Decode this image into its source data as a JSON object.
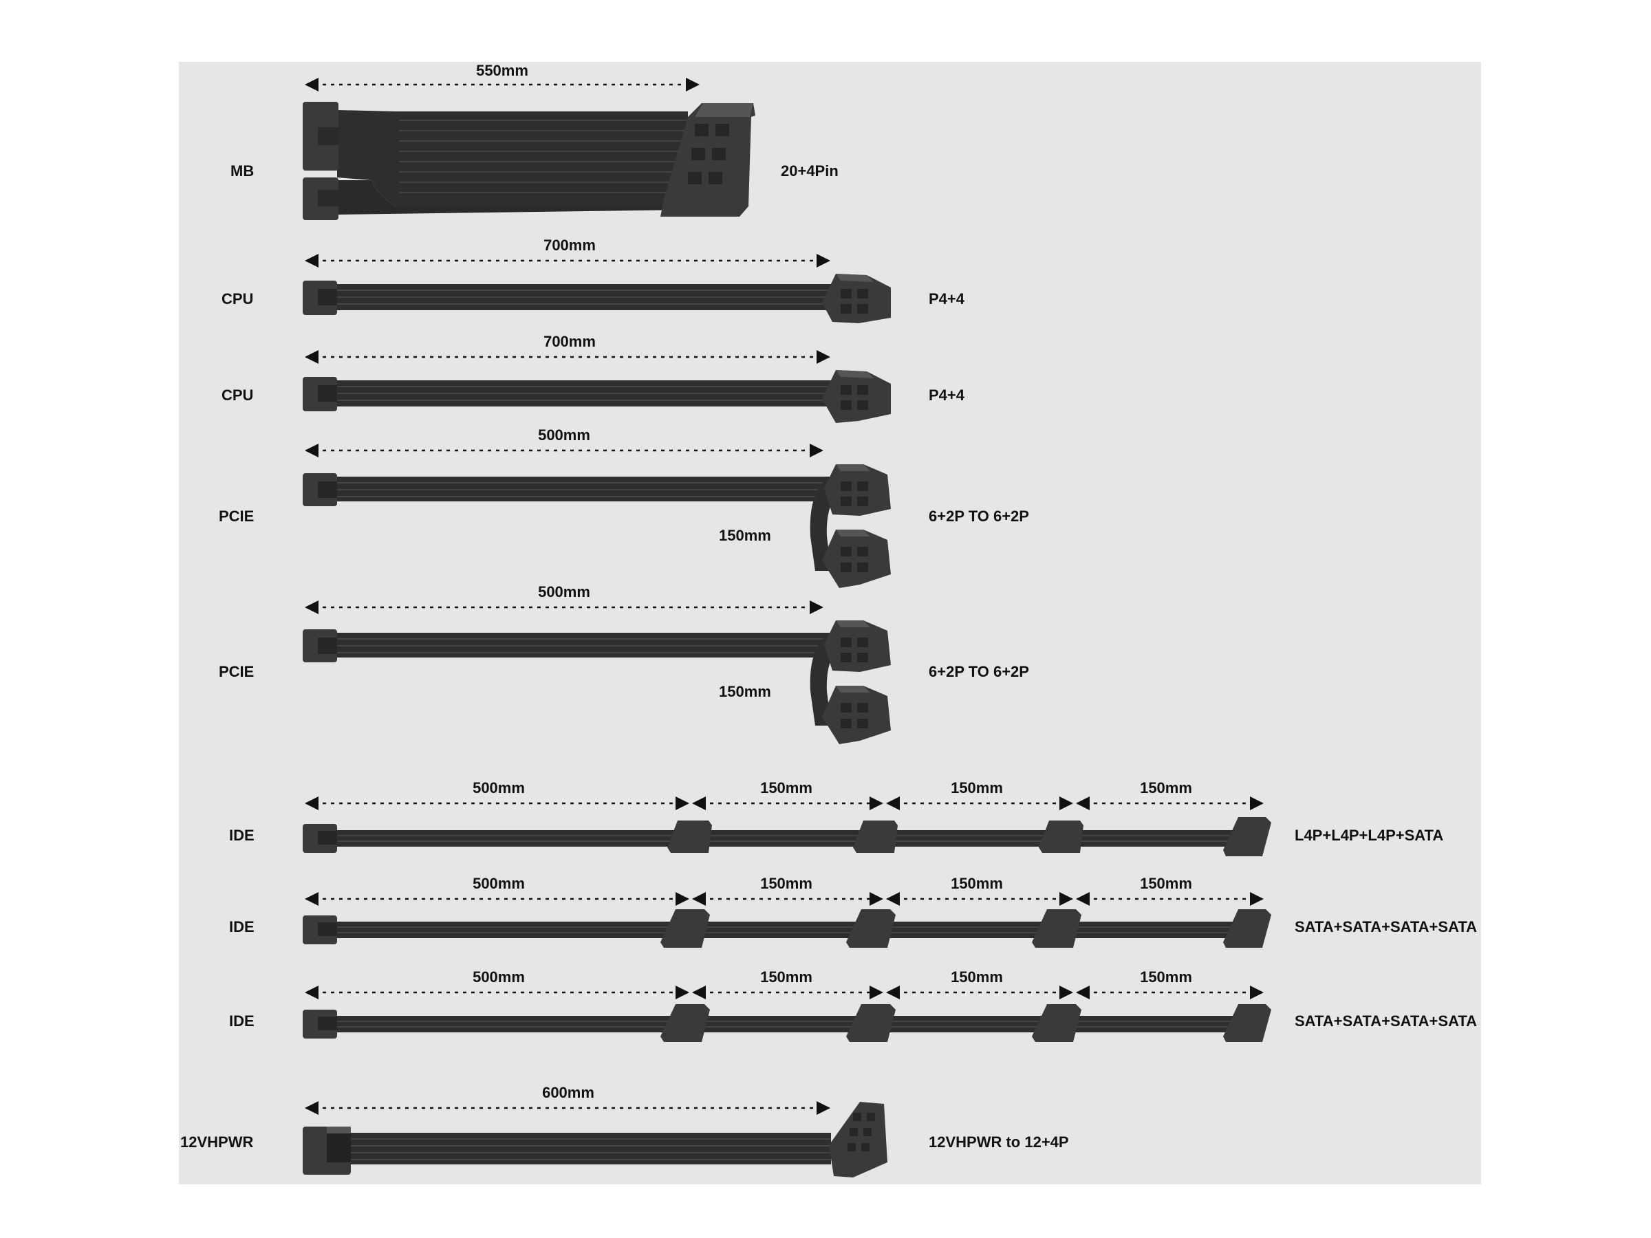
{
  "colors": {
    "background": "#e6e6e6",
    "cable": "#2e2e2e",
    "connector": "#3a3a3a",
    "text": "#111111"
  },
  "cables": [
    {
      "name": "MB",
      "type": "mb",
      "connector": "20+4Pin",
      "lengths": [
        "550mm"
      ]
    },
    {
      "name": "CPU",
      "type": "cpu",
      "connector": "P4+4",
      "lengths": [
        "700mm"
      ]
    },
    {
      "name": "CPU",
      "type": "cpu",
      "connector": "P4+4",
      "lengths": [
        "700mm"
      ]
    },
    {
      "name": "PCIE",
      "type": "pcie",
      "connector": "6+2P TO 6+2P",
      "lengths": [
        "500mm",
        "150mm"
      ]
    },
    {
      "name": "PCIE",
      "type": "pcie",
      "connector": "6+2P TO 6+2P",
      "lengths": [
        "500mm",
        "150mm"
      ]
    },
    {
      "name": "IDE",
      "type": "ide",
      "connector": "L4P+L4P+L4P+SATA",
      "lengths": [
        "500mm",
        "150mm",
        "150mm",
        "150mm"
      ],
      "ends": [
        "molex",
        "molex",
        "molex",
        "sata"
      ]
    },
    {
      "name": "IDE",
      "type": "ide",
      "connector": "SATA+SATA+SATA+SATA",
      "lengths": [
        "500mm",
        "150mm",
        "150mm",
        "150mm"
      ],
      "ends": [
        "sata",
        "sata",
        "sata",
        "sata"
      ]
    },
    {
      "name": "IDE",
      "type": "ide",
      "connector": "SATA+SATA+SATA+SATA",
      "lengths": [
        "500mm",
        "150mm",
        "150mm",
        "150mm"
      ],
      "ends": [
        "sata",
        "sata",
        "sata",
        "sata"
      ]
    },
    {
      "name": "12VHPWR",
      "type": "hpwr",
      "connector": "12VHPWR to 12+4P",
      "lengths": [
        "600mm"
      ]
    }
  ]
}
